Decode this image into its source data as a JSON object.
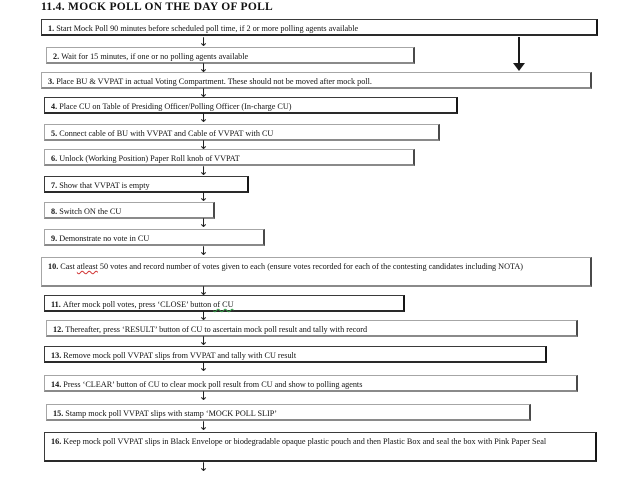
{
  "document": {
    "title": "11.4. MOCK POLL ON THE DAY OF POLL"
  },
  "colors": {
    "page_background": "#ffffff",
    "text": "#1a1a1a",
    "box_border_light": "#a6a6a6",
    "box_border_dark": "#3a3a3a",
    "arrow": "#1a1a1a",
    "spellcheck_red": "#d03030",
    "spellcheck_green": "#2f9e44"
  },
  "flowchart": {
    "type": "vertical-flowchart",
    "step_count": 16,
    "arrow_glyph": "↓",
    "steps": [
      {
        "number": "1.",
        "text": "Start Mock Poll 90 minutes before scheduled poll time, if 2 or more polling agents available"
      },
      {
        "number": "2.",
        "text": "Wait for 15 minutes, if one or no polling agents available"
      },
      {
        "number": "3.",
        "text": "Place BU & VVPAT in actual Voting Compartment. These should not be moved after mock poll."
      },
      {
        "number": "4.",
        "text": "Place CU on Table of Presiding Officer/Polling Officer (In-charge CU)"
      },
      {
        "number": "5.",
        "text": "Connect cable of BU with VVPAT and Cable of VVPAT with CU"
      },
      {
        "number": "6.",
        "text": "Unlock (Working Position) Paper Roll knob of VVPAT"
      },
      {
        "number": "7.",
        "text": "Show that VVPAT is empty"
      },
      {
        "number": "8.",
        "text": "Switch ON the CU"
      },
      {
        "number": "9.",
        "text": "Demonstrate no vote in CU"
      },
      {
        "number": "10.",
        "text_before": "Cast ",
        "text_flagged": "atleast",
        "text_after": " 50 votes and record number of votes given to each (ensure votes recorded for each of the contesting candidates including NOTA)"
      },
      {
        "number": "11.",
        "text_before": "After mock poll votes, press ‘CLOSE’ button ",
        "text_flagged": "of CU",
        "text_after": ""
      },
      {
        "number": "12.",
        "text": "Thereafter, press ‘RESULT’ button of CU to ascertain mock poll result and tally with record"
      },
      {
        "number": "13.",
        "text": "Remove mock poll VVPAT slips from VVPAT and tally with CU result"
      },
      {
        "number": "14.",
        "text": "Press ‘CLEAR’ button of CU to clear mock poll result from CU and show to polling agents"
      },
      {
        "number": "15.",
        "text": "Stamp mock poll VVPAT slips with stamp ‘MOCK POLL SLIP’"
      },
      {
        "number": "16.",
        "text": "Keep mock poll VVPAT slips in Black Envelope or biodegradable opaque plastic pouch and then Plastic Box and seal the box with Pink Paper Seal"
      }
    ],
    "bypass_connector": {
      "from_step": "1.",
      "to_step": "3.",
      "description": "long vertical arrow bypassing step 2"
    }
  }
}
